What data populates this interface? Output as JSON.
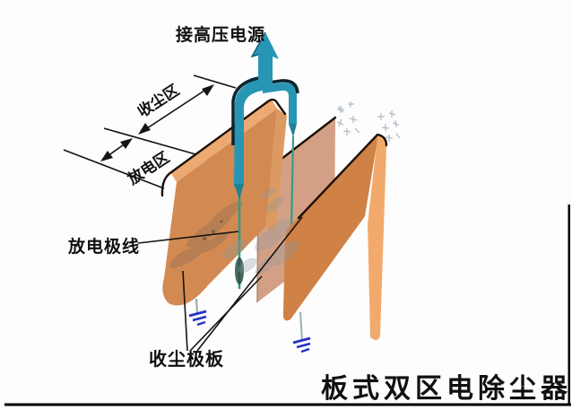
{
  "title": "板式双区电除尘器",
  "labels": {
    "power_supply": "接高压电源",
    "collection_zone": "收尘区",
    "discharge_zone": "放电区",
    "discharge_wire": "放电极线",
    "collecting_plate": "收尘极板"
  },
  "colors": {
    "background": "#fdfdfd",
    "plate_face": "#d28a52",
    "plate_top_band": "#ecaa72",
    "plate_end_cap": "#dc9a63",
    "plate_middle": "#d4a085",
    "plate_right_face": "#cf8146",
    "plate_right_strip": "#f2aa6c",
    "pipe_teal": "#2795b4",
    "pipe_dark": "#0c2433",
    "wire_green": "#2f9f86",
    "ground_blue": "#2531c8",
    "ink": "#141414",
    "frame_border": "#000000"
  }
}
